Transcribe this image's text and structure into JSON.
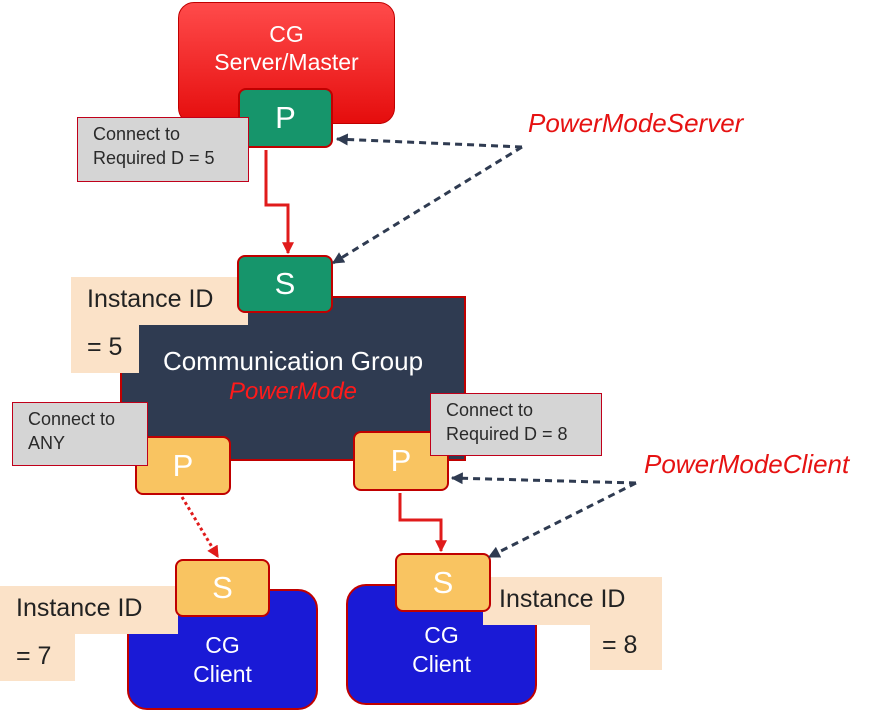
{
  "server": {
    "line1": "CG",
    "line2": "Server/Master"
  },
  "server_port": "P",
  "server_note": {
    "line1": "Connect to",
    "line2": "Required D = 5"
  },
  "label_server": "PowerModeServer",
  "label_client": "PowerModeClient",
  "group": {
    "title": "Communication Group",
    "subtitle": "PowerMode"
  },
  "group_sub_port": "S",
  "group_instance": {
    "line1": "Instance ID",
    "line2": "= 5"
  },
  "left_port": "P",
  "left_note": {
    "line1": "Connect to",
    "line2": "ANY"
  },
  "right_port": "P",
  "right_note": {
    "line1": "Connect to",
    "line2": "Required D = 8"
  },
  "client_left": {
    "line1": "CG",
    "line2": "Client",
    "port": "S",
    "instance_line1": "Instance ID",
    "instance_line2": "= 7"
  },
  "client_right": {
    "line1": "CG",
    "line2": "Client",
    "port": "S",
    "instance_line1": "Instance ID",
    "instance_line2": "= 8"
  },
  "colors": {
    "server_fill": "#ff3333",
    "group_fill": "#2f3b51",
    "client_fill": "#1a1ad6",
    "port_green": "#16956b",
    "port_orange": "#f9c461",
    "connector_red": "#e01b1b",
    "dashed_navy": "#2f3b51",
    "label_red": "#e61212"
  }
}
